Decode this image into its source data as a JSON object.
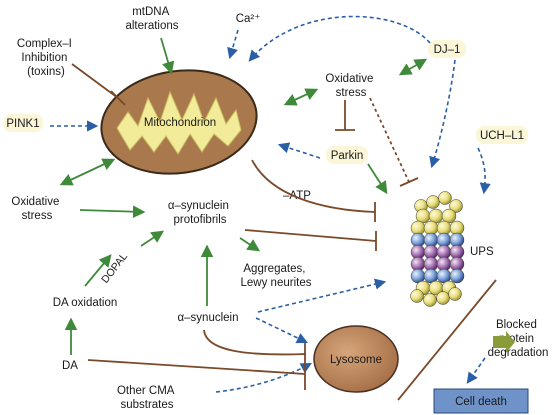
{
  "nodes": {
    "complex1": [
      "Complex–I",
      "Inhibition",
      "(toxins)"
    ],
    "mtdna": [
      "mtDNA",
      "alterations"
    ],
    "calcium": "Ca²⁺",
    "dj1": "DJ–1",
    "pink1": "PINK1",
    "mitochondrion": "Mitochondrion",
    "oxstress_top": [
      "Oxidative",
      "stress"
    ],
    "parkin": "Parkin",
    "uchl1": "UCH–L1",
    "oxstress_left": [
      "Oxidative",
      "stress"
    ],
    "protofibrils": [
      "α–synuclein",
      "protofibrils"
    ],
    "atp": "–ATP",
    "dopal": "DOPAL",
    "aggregates": [
      "Aggregates,",
      "Lewy neurites"
    ],
    "ups": "UPS",
    "da_oxidation": "DA oxidation",
    "asyn": "α–synuclein",
    "da": "DA",
    "lysosome": "Lysosome",
    "blocked": [
      "Blocked",
      "protein",
      "degradation"
    ],
    "other_cma": [
      "Other CMA",
      "substrates"
    ],
    "cell_death": "Cell death"
  },
  "colors": {
    "green_arrow": "#3f8a3a",
    "blue_dashed": "#2a5fa5",
    "brown_inhibit": "#7a4a2a",
    "mito_outer": "#a9784d",
    "mito_inner": "#f2ec9a",
    "lysosome": "#b07a50",
    "cell_death_box": "#6f93c8"
  }
}
